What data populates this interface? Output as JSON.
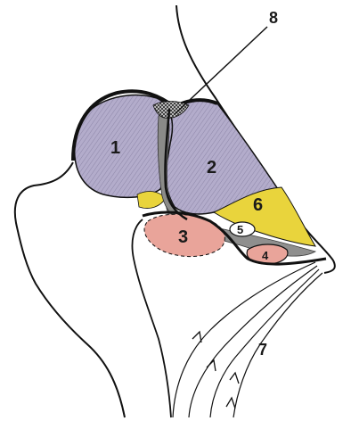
{
  "labels": {
    "l1": "1",
    "l2": "2",
    "l3": "3",
    "l4": "4",
    "l5": "5",
    "l6": "6",
    "l7": "7",
    "l8": "8"
  },
  "colors": {
    "background": "#ffffff",
    "outline": "#111111",
    "lobe_fill": "#b3accb",
    "yellow_fill": "#e9d43c",
    "pink_fill": "#e9a49a",
    "grey_band": "#8a8a88"
  }
}
